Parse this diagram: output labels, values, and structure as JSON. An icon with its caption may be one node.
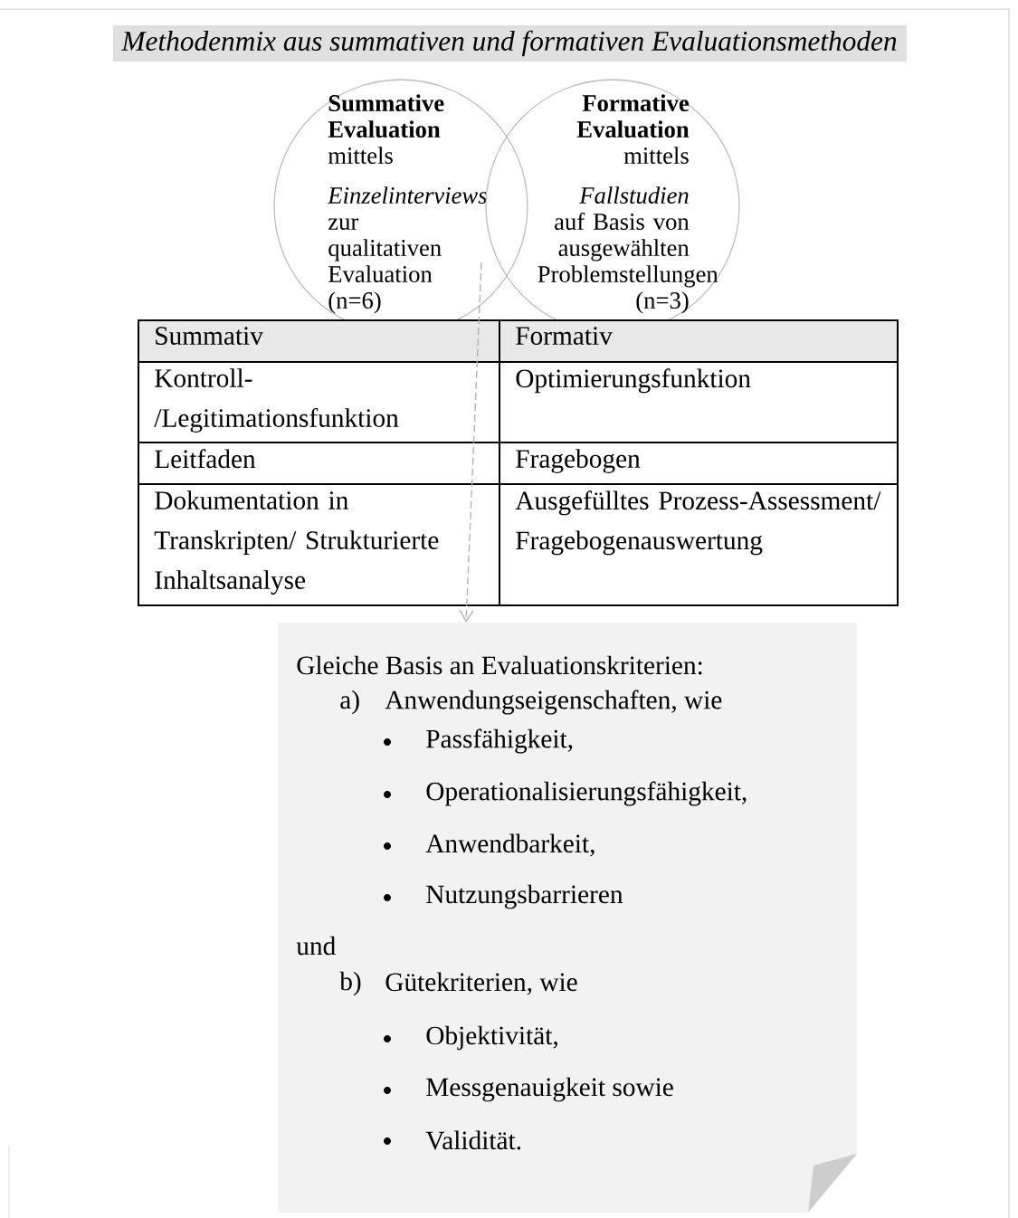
{
  "diagram": {
    "title": "Methodenmix aus summativen und formativen Evaluationsmethoden",
    "nodes": [
      {
        "text": [
          "**Summative Evaluation** mittels",
          "*Einzelinterviews* zur qualitativen Evaluation (n=6)"
        ]
      },
      {
        "text": [
          "**Formative Evaluation** mittels",
          "*Fallstudien* auf Basis von ausgewählten Problemstellungen (n=3)"
        ]
      },
      {
        "text": [
          "Gleiche Basis an Evaluationskriterien:",
          "a)",
          "Anwendungseigenschaften, wie",
          "Passfähigkeit,",
          "Operationalisierungsfähigkeit,",
          "Anwendbarkeit,",
          "Nutzungsbarrieren",
          "und",
          "b)",
          "Gütekriterien, wie",
          "Objektivität,",
          "Messgenauigkeit sowie",
          "Validität."
        ]
      }
    ],
    "edges": [
      {
        "from": 0,
        "to": 2,
        "arrow": "to",
        "style": "dashed"
      }
    ],
    "labels": [
      "Summativ",
      "Formativ",
      "Kontroll-/Legitimationsfunktion",
      "Optimierungsfunktion",
      "Leitfaden",
      "Fragebogen",
      "Dokumentation in Transkripten/ Strukturierte Inhaltsanalyse",
      "Ausgefülltes Prozess-Assessment/ Fragebogenauswertung"
    ]
  }
}
